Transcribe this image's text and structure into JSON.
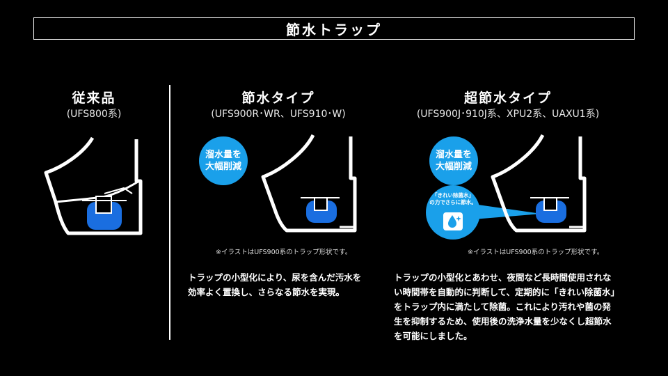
{
  "title": "節水トラップ",
  "columns": [
    {
      "heading": "従来品",
      "model": "(UFS800系)"
    },
    {
      "heading": "節水タイプ",
      "model": "(UFS900R･WR、UFS910･W)"
    },
    {
      "heading": "超節水タイプ",
      "model": "(UFS900J･910J系、XPU2系、UAXU1系)"
    }
  ],
  "badge": {
    "line1": "溜水量を",
    "line2": "大幅削減"
  },
  "callout": {
    "line1": "「きれい除菌水」",
    "line2": "の力でさらに節水。",
    "icon": "sparkling-water-drop-icon"
  },
  "note": "※イラストはUFS900系のトラップ形状です。",
  "description_mid": [
    "トラップの小型化により、尿を含んだ汚水を",
    "効率よく置換し、さらなる節水を実現。"
  ],
  "description_right": [
    "トラップの小型化とあわせ、夜間など長時間使用されな",
    "い時間帯を自動的に判断して、定期的に「きれい除菌水」",
    "をトラップ内に満たして除菌。これにより汚れや菌の発",
    "生を抑制するため、使用後の洗浄水量を少なくし超節水",
    "を可能にしました。"
  ],
  "colors": {
    "background": "#000000",
    "water": "#1a6ee0",
    "accent": "#1aa0ea",
    "line": "#ffffff"
  }
}
